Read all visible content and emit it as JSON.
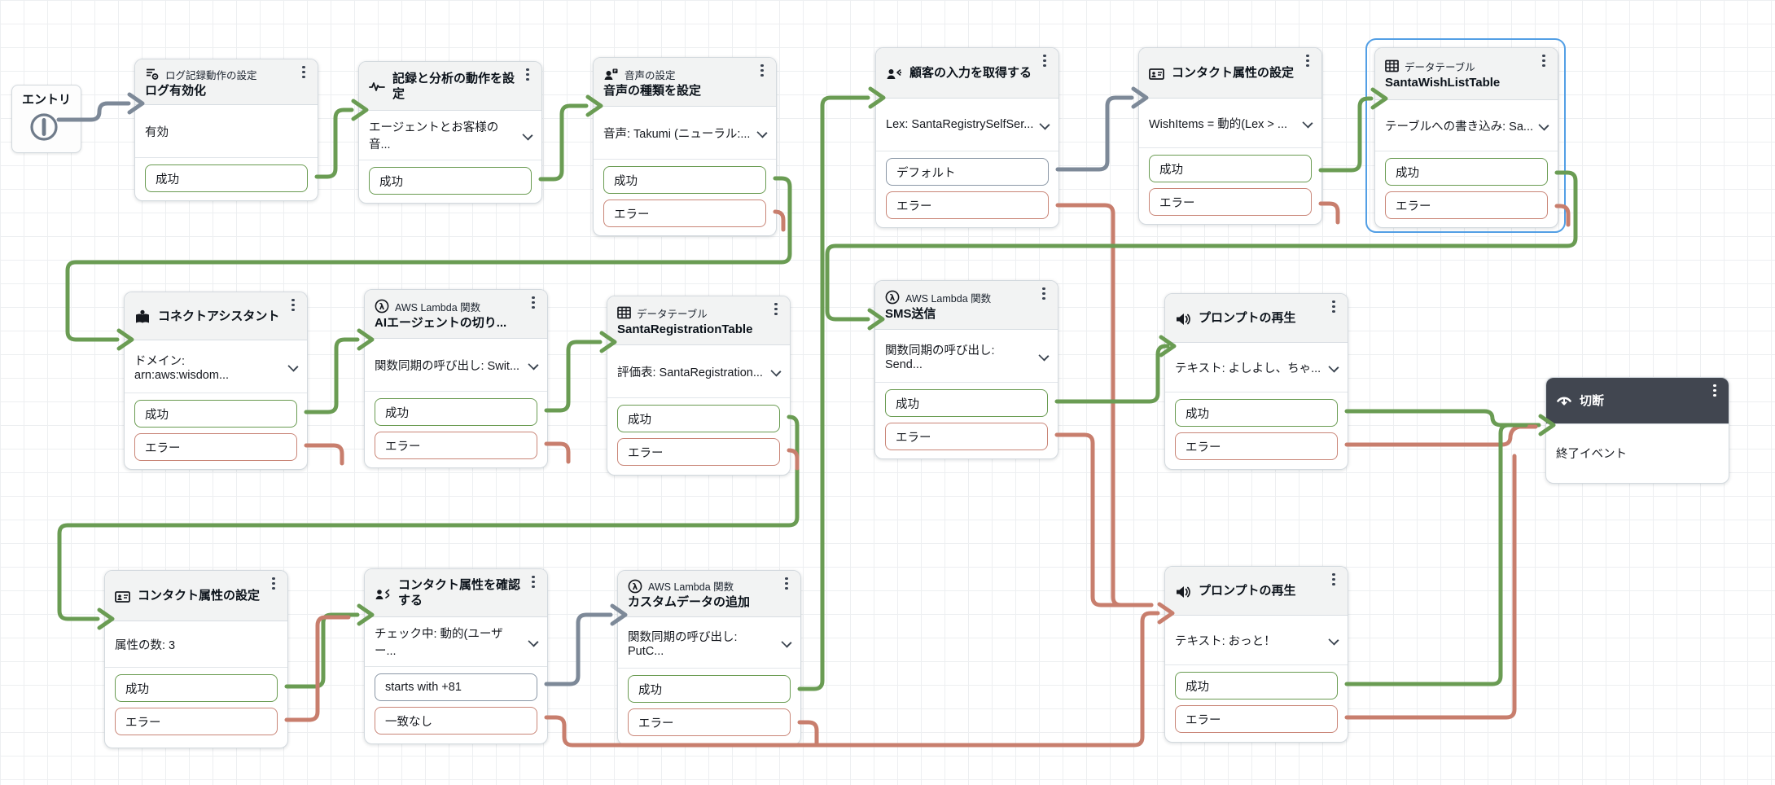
{
  "app": {
    "name": "contact-flow-editor"
  },
  "colors": {
    "success": "#699b51",
    "error": "#c87e6d",
    "neutral": "#7d8998",
    "selected": "#539fe5",
    "dark_header": "#414650",
    "header_bg": "#f2f3f3"
  },
  "entry": {
    "label": "エントリ"
  },
  "nodes": [
    {
      "id": "log",
      "icon": "log-settings-icon",
      "subtitle": "ログ記録動作の設定",
      "title": "ログ有効化",
      "body": "有効",
      "chevron": false,
      "outputs": [
        {
          "label": "成功",
          "kind": "success"
        }
      ]
    },
    {
      "id": "record",
      "icon": "waveform-icon",
      "subtitle": "",
      "title": "記録と分析の動作を設定",
      "body": "エージェントとお客様の音...",
      "chevron": true,
      "outputs": [
        {
          "label": "成功",
          "kind": "success"
        }
      ]
    },
    {
      "id": "voice",
      "icon": "voice-icon",
      "subtitle": "音声の設定",
      "title": "音声の種類を設定",
      "body": "音声: Takumi (ニューラル:...",
      "chevron": true,
      "outputs": [
        {
          "label": "成功",
          "kind": "success"
        },
        {
          "label": "エラー",
          "kind": "error"
        }
      ]
    },
    {
      "id": "getInput",
      "icon": "customer-input-icon",
      "subtitle": "",
      "title": "顧客の入力を取得する",
      "body": "Lex: SantaRegistrySelfSer...",
      "chevron": true,
      "outputs": [
        {
          "label": "デフォルト",
          "kind": "neutral"
        },
        {
          "label": "エラー",
          "kind": "error"
        }
      ]
    },
    {
      "id": "setAttrTop",
      "icon": "contact-attributes-icon",
      "subtitle": "",
      "title": "コンタクト属性の設定",
      "body": "WishItems = 動的(Lex > ...",
      "chevron": true,
      "outputs": [
        {
          "label": "成功",
          "kind": "success"
        },
        {
          "label": "エラー",
          "kind": "error"
        }
      ]
    },
    {
      "id": "wishTable",
      "icon": "data-table-icon",
      "subtitle": "データテーブル",
      "title": "SantaWishListTable",
      "body": "テーブルへの書き込み: Sa...",
      "chevron": true,
      "selected": true,
      "outputs": [
        {
          "label": "成功",
          "kind": "success"
        },
        {
          "label": "エラー",
          "kind": "error"
        }
      ]
    },
    {
      "id": "assistant",
      "icon": "assistant-icon",
      "subtitle": "",
      "title": "コネクトアシスタント",
      "body": "ドメイン: arn:aws:wisdom...",
      "chevron": true,
      "outputs": [
        {
          "label": "成功",
          "kind": "success"
        },
        {
          "label": "エラー",
          "kind": "error"
        }
      ]
    },
    {
      "id": "aiSwitch",
      "icon": "lambda-icon",
      "subtitle": "AWS Lambda 関数",
      "title": "AIエージェントの切り...",
      "body": "関数同期の呼び出し: Swit...",
      "chevron": true,
      "outputs": [
        {
          "label": "成功",
          "kind": "success"
        },
        {
          "label": "エラー",
          "kind": "error"
        }
      ]
    },
    {
      "id": "regTable",
      "icon": "data-table-icon",
      "subtitle": "データテーブル",
      "title": "SantaRegistrationTable",
      "body": "評価表: SantaRegistration...",
      "chevron": true,
      "outputs": [
        {
          "label": "成功",
          "kind": "success"
        },
        {
          "label": "エラー",
          "kind": "error"
        }
      ]
    },
    {
      "id": "sms",
      "icon": "lambda-icon",
      "subtitle": "AWS Lambda 関数",
      "title": "SMS送信",
      "body": "関数同期の呼び出し: Send...",
      "chevron": true,
      "outputs": [
        {
          "label": "成功",
          "kind": "success"
        },
        {
          "label": "エラー",
          "kind": "error"
        }
      ]
    },
    {
      "id": "playTop",
      "icon": "speaker-icon",
      "subtitle": "",
      "title": "プロンプトの再生",
      "body": "テキスト: よしよし、ちゃ...",
      "chevron": true,
      "outputs": [
        {
          "label": "成功",
          "kind": "success"
        },
        {
          "label": "エラー",
          "kind": "error"
        }
      ]
    },
    {
      "id": "disconnect",
      "icon": "disconnect-icon",
      "subtitle": "",
      "title": "切断",
      "body": "終了イベント",
      "chevron": false,
      "dark": true,
      "outputs": []
    },
    {
      "id": "setAttrBottom",
      "icon": "contact-attributes-icon",
      "subtitle": "",
      "title": "コンタクト属性の設定",
      "body": "属性の数: 3",
      "chevron": false,
      "outputs": [
        {
          "label": "成功",
          "kind": "success"
        },
        {
          "label": "エラー",
          "kind": "error"
        }
      ]
    },
    {
      "id": "checkAttr",
      "icon": "check-attributes-icon",
      "subtitle": "",
      "title": "コンタクト属性を確認する",
      "body": "チェック中: 動的(ユーザー...",
      "chevron": true,
      "outputs": [
        {
          "label": "starts with +81",
          "kind": "neutral"
        },
        {
          "label": "一致なし",
          "kind": "error"
        }
      ]
    },
    {
      "id": "customData",
      "icon": "lambda-icon",
      "subtitle": "AWS Lambda 関数",
      "title": "カスタムデータの追加",
      "body": "関数同期の呼び出し: PutC...",
      "chevron": true,
      "outputs": [
        {
          "label": "成功",
          "kind": "success"
        },
        {
          "label": "エラー",
          "kind": "error"
        }
      ]
    },
    {
      "id": "playBottom",
      "icon": "speaker-icon",
      "subtitle": "",
      "title": "プロンプトの再生",
      "body": "テキスト: おっと！",
      "chevron": true,
      "outputs": [
        {
          "label": "成功",
          "kind": "success"
        },
        {
          "label": "エラー",
          "kind": "error"
        }
      ]
    }
  ],
  "edges": [
    {
      "from": "entry",
      "to": "log",
      "kind": "neutral"
    },
    {
      "from": "log.成功",
      "to": "record",
      "kind": "success"
    },
    {
      "from": "record.成功",
      "to": "voice",
      "kind": "success"
    },
    {
      "from": "voice.成功",
      "to": "assistant",
      "kind": "success"
    },
    {
      "from": "voice.エラー",
      "to": "",
      "kind": "error"
    },
    {
      "from": "getInput.デフォルト",
      "to": "setAttrTop",
      "kind": "neutral"
    },
    {
      "from": "getInput.エラー",
      "to": "playBottom",
      "kind": "error"
    },
    {
      "from": "setAttrTop.成功",
      "to": "wishTable",
      "kind": "success"
    },
    {
      "from": "setAttrTop.エラー",
      "to": "",
      "kind": "error"
    },
    {
      "from": "wishTable.成功",
      "to": "sms",
      "kind": "success"
    },
    {
      "from": "wishTable.エラー",
      "to": "",
      "kind": "error"
    },
    {
      "from": "assistant.成功",
      "to": "aiSwitch",
      "kind": "success"
    },
    {
      "from": "assistant.エラー",
      "to": "",
      "kind": "error"
    },
    {
      "from": "aiSwitch.成功",
      "to": "regTable",
      "kind": "success"
    },
    {
      "from": "aiSwitch.エラー",
      "to": "",
      "kind": "error"
    },
    {
      "from": "regTable.成功",
      "to": "setAttrBottom",
      "kind": "success"
    },
    {
      "from": "regTable.エラー",
      "to": "",
      "kind": "error"
    },
    {
      "from": "sms.成功",
      "to": "playTop",
      "kind": "success"
    },
    {
      "from": "sms.エラー",
      "to": "playBottom",
      "kind": "error"
    },
    {
      "from": "playTop.成功",
      "to": "disconnect",
      "kind": "success"
    },
    {
      "from": "playTop.エラー",
      "to": "disconnect",
      "kind": "error"
    },
    {
      "from": "setAttrBottom.成功",
      "to": "checkAttr",
      "kind": "success"
    },
    {
      "from": "setAttrBottom.エラー",
      "to": "checkAttr",
      "kind": "error"
    },
    {
      "from": "checkAttr.starts with +81",
      "to": "customData",
      "kind": "neutral"
    },
    {
      "from": "checkAttr.一致なし",
      "to": "playBottom",
      "kind": "error"
    },
    {
      "from": "customData.成功",
      "to": "getInput",
      "kind": "success"
    },
    {
      "from": "customData.エラー",
      "to": "playBottom",
      "kind": "error"
    },
    {
      "from": "playBottom.成功",
      "to": "disconnect",
      "kind": "success"
    },
    {
      "from": "playBottom.エラー",
      "to": "disconnect",
      "kind": "error"
    }
  ]
}
